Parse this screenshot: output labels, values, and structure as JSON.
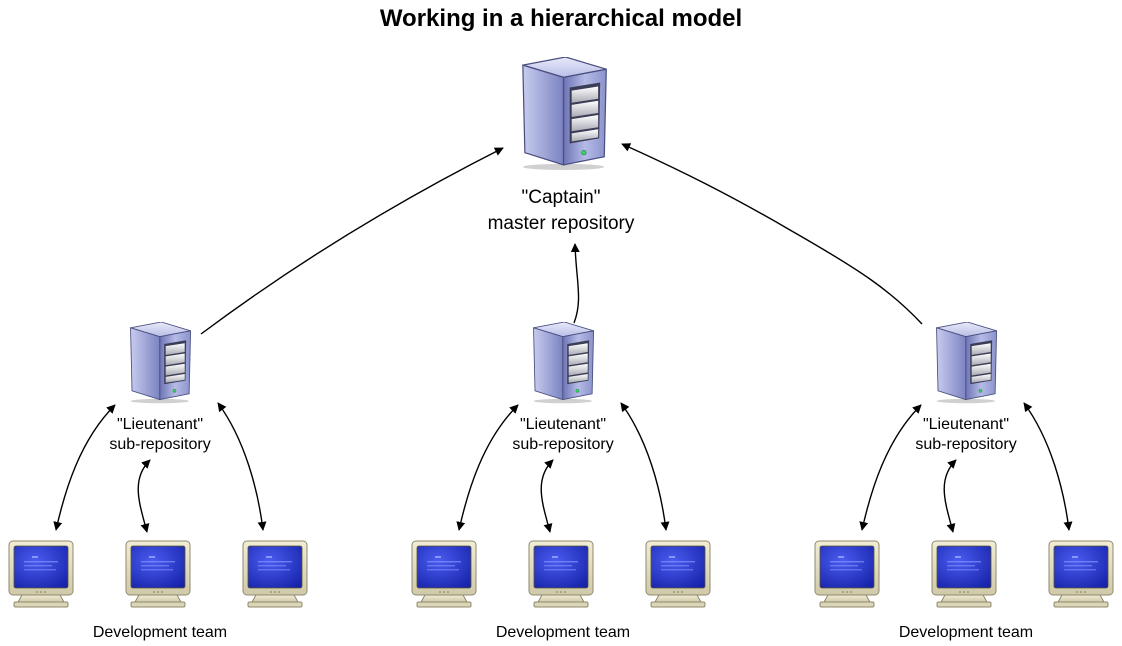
{
  "title": "Working in a hierarchical model",
  "captain": {
    "line1": "\"Captain\"",
    "line2": "master repository"
  },
  "lieutenants": [
    {
      "line1": "\"Lieutenant\"",
      "line2": "sub-repository",
      "team_label": "Development team"
    },
    {
      "line1": "\"Lieutenant\"",
      "line2": "sub-repository",
      "team_label": "Development team"
    },
    {
      "line1": "\"Lieutenant\"",
      "line2": "sub-repository",
      "team_label": "Development team"
    }
  ],
  "colors": {
    "server_body": "#8a93c8",
    "screen": "#2430c8",
    "monitor_bezel": "#e4dfc2",
    "arrow": "#000000"
  }
}
